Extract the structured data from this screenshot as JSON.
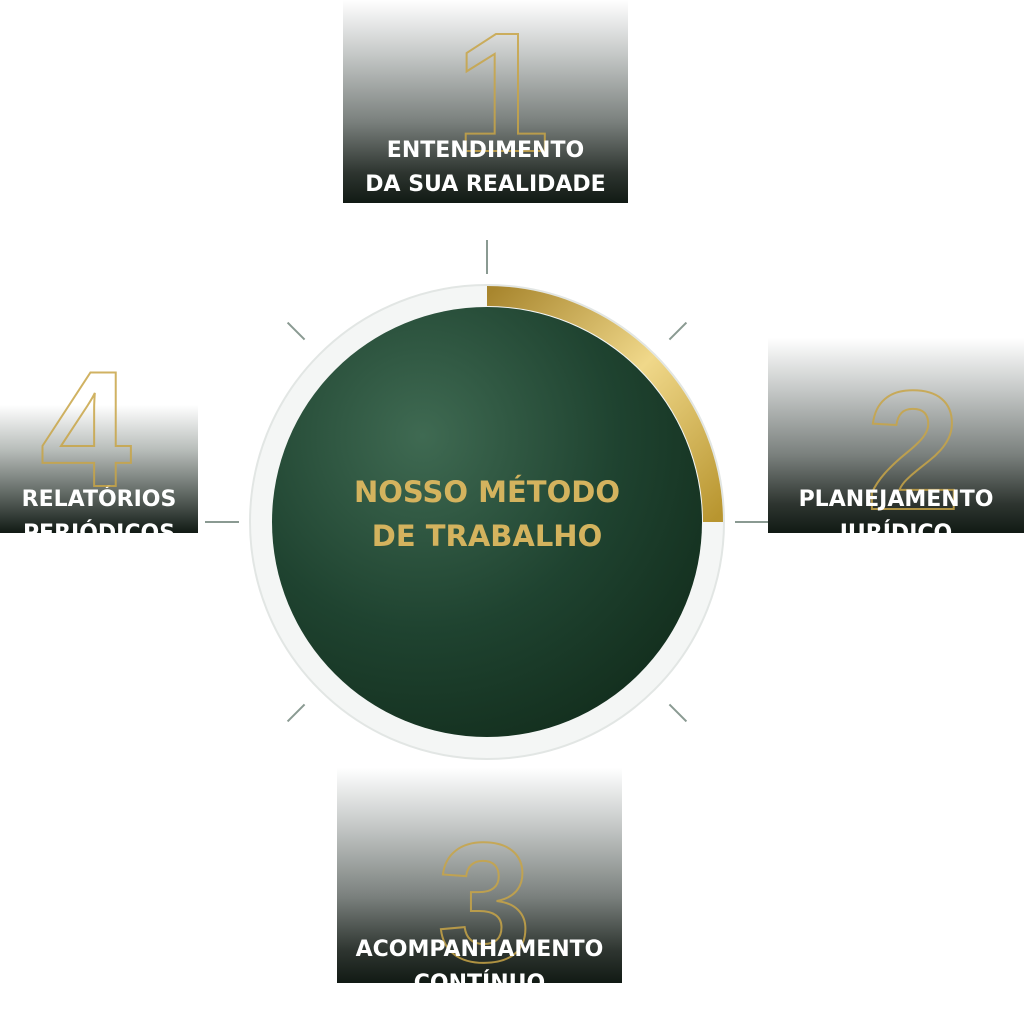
{
  "title": [
    "NOSSO MÉTODO",
    "DE TRABALHO"
  ],
  "steps": [
    {
      "number": "1",
      "lines": [
        "ENTENDIMENTO",
        "DA SUA REALIDADE"
      ]
    },
    {
      "number": "2",
      "lines": [
        "PLANEJAMENTO",
        "JURÍDICO"
      ]
    },
    {
      "number": "3",
      "lines": [
        "ACOMPANHAMENTO",
        "CONTÍNUO"
      ]
    },
    {
      "number": "4",
      "lines": [
        "RELATÓRIOS",
        "PERIÓDICOS"
      ]
    }
  ],
  "progress_fraction": 0.25,
  "colors": {
    "gold": "#d4b35e",
    "dark_green": "#1e3a2a"
  }
}
